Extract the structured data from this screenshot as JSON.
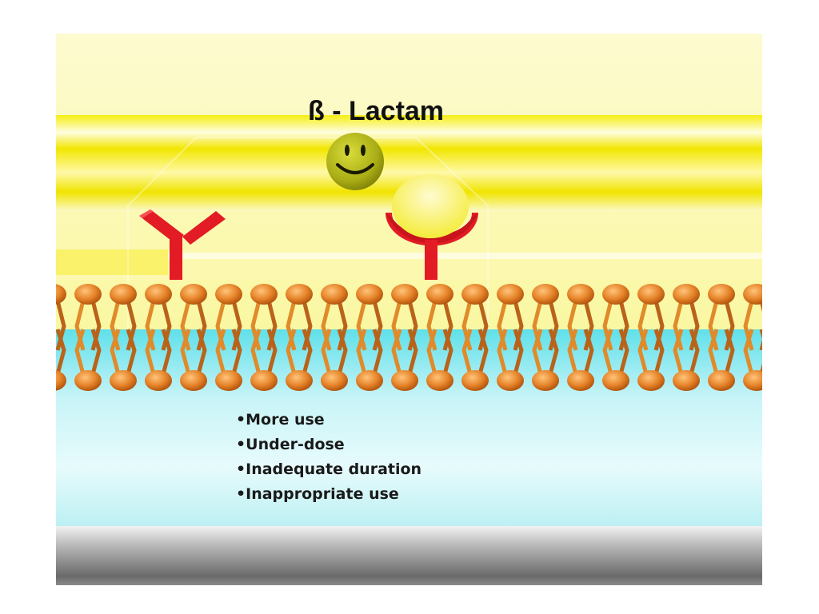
{
  "title": "ß - Lactam",
  "bullets": [
    "•More use",
    "•Under-dose",
    "•Inadequate duration",
    "•Inappropriate use"
  ],
  "colors": {
    "background_yellow": "#fbf59a",
    "band_yellow": "#f3ea00",
    "receptor_red": "#e21b24",
    "lipid_head_orange": "#e6842a",
    "cytoplasm_cyan": "#6fe6ee",
    "floor_gray": "#9a9a9a"
  },
  "icons": [
    "smiley-face-icon",
    "y-receptor-icon",
    "bound-receptor-icon",
    "lipid-bilayer"
  ]
}
